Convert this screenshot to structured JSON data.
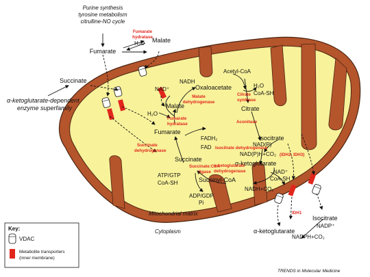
{
  "outside": {
    "purine": "Purine synthesis",
    "tyrosine": "tyrosine metabolism",
    "citrulline": "citrulline-NO cycle",
    "akg_family_1": "α-ketoglutarate-dependent",
    "akg_family_2": "enzyme superfamily",
    "succinate": "Succinate",
    "fumarate": "Fumarate",
    "malate": "Malate",
    "h2o": "H₂O",
    "fumarate_hydratase_1": "Fumarate",
    "fumarate_hydratase_2": "hydratase"
  },
  "cycle": {
    "nadplus": "NAD⁺",
    "nadh": "NADH",
    "oxaloacetate": "Oxaloacetate",
    "malate": "Malate",
    "malate_dh_1": "Malate",
    "malate_dh_2": "dehydrogenase",
    "acetylcoa": "Acetyl-CoA",
    "h2o_top": "H₂O",
    "coash_top": "CoA-SH",
    "citrate_synthase_1": "Citrate",
    "citrate_synthase_2": "synthase",
    "citrate": "Citrate",
    "aconitase": "Aconitase",
    "h2o_mid": "H₂O",
    "fumarate_hydratase_1": "Fumarate",
    "fumarate_hydratase_2": "hydratase",
    "fumarate": "Fumarate",
    "fadh2": "FADH₂",
    "fad": "FAD",
    "succinate_dh_1": "Succinate",
    "succinate_dh_2": "dehydrogenase",
    "isocitrate": "Isocitrate",
    "nadp": "NAD(P)",
    "nadph_co2": "NAD(P)H+CO₂",
    "idh_1": "Isocitrate dehydrogenase",
    "idh_2": "(IDH2, IDH3)",
    "succinate": "Succinate",
    "akg": "α-ketoglutarate",
    "scl_1": "Succinate:CoA",
    "scl_2": "ligase",
    "akgdh_1": "α-ketoglutarate",
    "akgdh_2": "dehydrogenase",
    "nadplus2": "NAD⁺",
    "coash2": "CoA-SH",
    "atp_gtp": "ATP/GTP",
    "coash3": "CoA-SH",
    "succinylcoa": "Succinyl-CoA",
    "nadh_co2": "NADH+CO₂",
    "adp_gdp": "ADP/GDP",
    "pi": "Pi",
    "matrix": "Mitochondrial matrix"
  },
  "cytoplasm": {
    "label": "Cytoplasm",
    "idh1": "IDH1",
    "isocitrate": "Isocitrate",
    "nadpplus": "NADP⁺",
    "akg": "α-ketoglutarate",
    "nadph_co2": "NADPH+CO₂"
  },
  "key": {
    "title": "Key:",
    "vdac": "VDAC",
    "transporter_1": "Metabolite transporters",
    "transporter_2": "(inner membrane)"
  },
  "footer": "TRENDS in Molecular Medicine",
  "colors": {
    "outer_membrane": "#b5552c",
    "matrix": "#f8f29a",
    "transporter": "#e1261c",
    "enzyme_text": "#e1261c"
  }
}
